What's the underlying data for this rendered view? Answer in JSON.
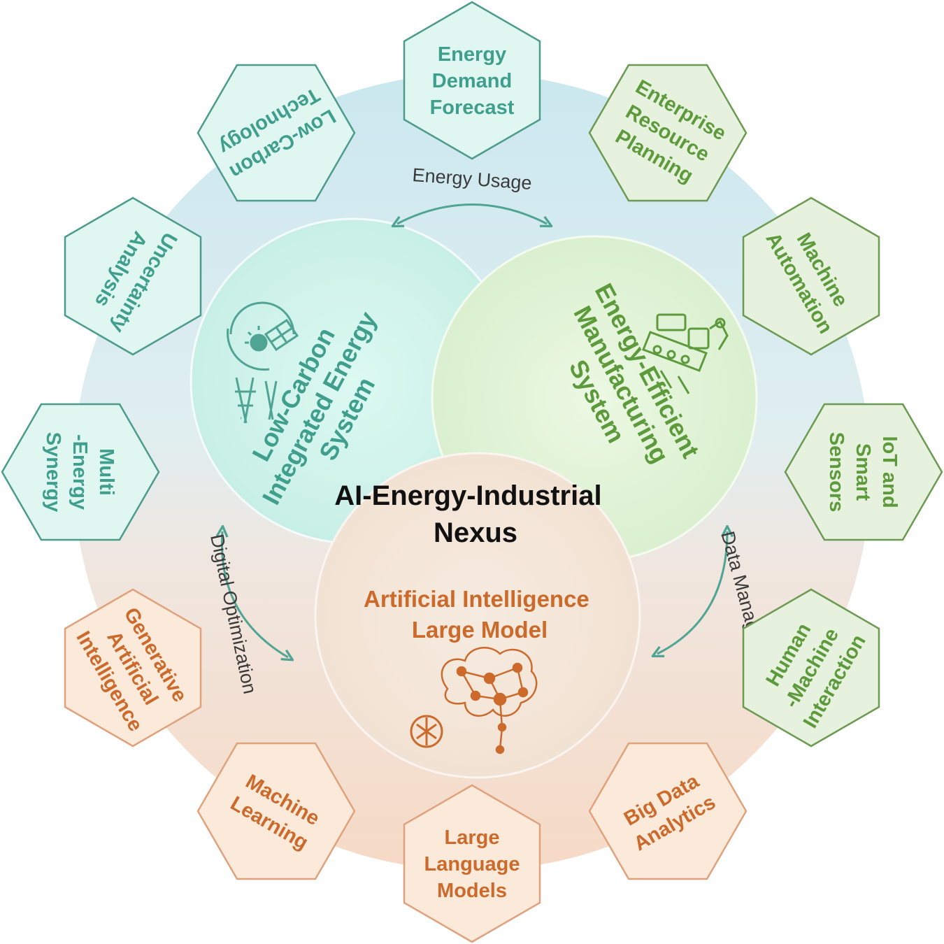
{
  "center": {
    "title_line1": "AI-Energy-Industrial",
    "title_line2": "Nexus"
  },
  "circles": {
    "energy": {
      "title_lines": [
        "Low-Carbon",
        "Integrated Energy",
        "System"
      ],
      "icon": "solar-wind-grid-icon",
      "color": "#3f9f8c"
    },
    "manufacturing": {
      "title_lines": [
        "Energy-Efficient",
        "Manufacturing",
        "System"
      ],
      "icon": "conveyor-robot-arm-icon",
      "color": "#5c9a3b"
    },
    "ai": {
      "title_lines": [
        "Artificial Intelligence",
        "Large Model"
      ],
      "icons": [
        "brain-network-icon",
        "openai-logo-icon"
      ],
      "color": "#cc6a2c"
    }
  },
  "flows": {
    "energy_usage": "Energy Usage",
    "digital_optimization": "Digital Optimization",
    "data_management": "Data Management"
  },
  "hexagons": [
    {
      "id": "energy-demand-forecast",
      "lines": [
        "Energy",
        "Demand",
        "Forecast"
      ],
      "group": "energy"
    },
    {
      "id": "enterprise-resource-planning",
      "lines": [
        "Enterprise",
        "Resource",
        "Planning"
      ],
      "group": "manufacturing"
    },
    {
      "id": "machine-automation",
      "lines": [
        "Machine",
        "Automation"
      ],
      "group": "manufacturing"
    },
    {
      "id": "iot-smart-sensors",
      "lines": [
        "IoT and",
        "Smart",
        "Sensors"
      ],
      "group": "manufacturing"
    },
    {
      "id": "human-machine-interaction",
      "lines": [
        "Human",
        "-Machine",
        "Interaction"
      ],
      "group": "manufacturing"
    },
    {
      "id": "big-data-analytics",
      "lines": [
        "Big Data",
        "Analytics"
      ],
      "group": "ai"
    },
    {
      "id": "large-language-models",
      "lines": [
        "Large",
        "Language",
        "Models"
      ],
      "group": "ai"
    },
    {
      "id": "machine-learning",
      "lines": [
        "Machine",
        "Learning"
      ],
      "group": "ai"
    },
    {
      "id": "generative-ai",
      "lines": [
        "Generative",
        "Artificial",
        "Intelligence"
      ],
      "group": "ai"
    },
    {
      "id": "multi-energy-synergy",
      "lines": [
        "Multi",
        "-Energy",
        "Synergy"
      ],
      "group": "energy"
    },
    {
      "id": "uncertainty-analysis",
      "lines": [
        "Uncertainty",
        "Analysis"
      ],
      "group": "energy"
    },
    {
      "id": "low-carbon-technology",
      "lines": [
        "Low-Carbon",
        "Technology"
      ],
      "group": "energy"
    }
  ],
  "palette": {
    "energy": {
      "fill": "#dff6f1",
      "stroke": "#4c9b8b",
      "text": "#3f9f8c"
    },
    "manufacturing": {
      "fill": "#e6f1de",
      "stroke": "#6c9a52",
      "text": "#5c9a3b"
    },
    "ai": {
      "fill": "#fbe9da",
      "stroke": "#e0a27d",
      "text": "#cc6a2c"
    },
    "arrow": "#4fa493"
  }
}
